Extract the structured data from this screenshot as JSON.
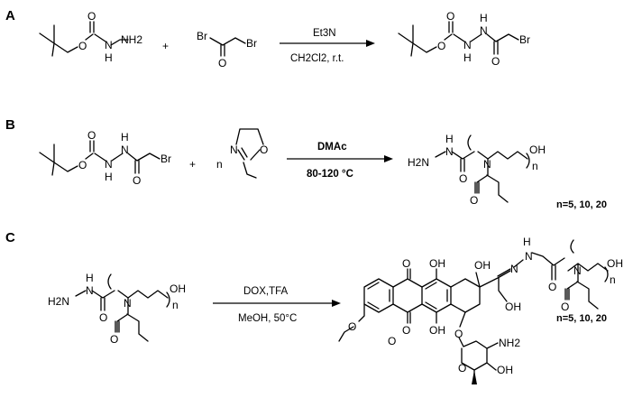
{
  "panels": [
    {
      "label": "A",
      "reactant1_atoms": [
        "O",
        "O",
        "N",
        "NH2",
        "H"
      ],
      "plus": "+",
      "reactant2_atoms": [
        "Br",
        "Br",
        "O"
      ],
      "reagent_above": "Et3N",
      "reagent_below": "CH2Cl2, r.t.",
      "product_atoms": [
        "O",
        "O",
        "N",
        "H",
        "N",
        "H",
        "O",
        "Br"
      ]
    },
    {
      "label": "B",
      "reactant1_atoms": [
        "O",
        "O",
        "N",
        "H",
        "N",
        "H",
        "O",
        "Br"
      ],
      "plus": "+",
      "coefficient": "n",
      "reactant2_atoms": [
        "N",
        "O"
      ],
      "reagent_above": "DMAc",
      "reagent_below": "80-120 °C",
      "product_atoms": [
        "H2N",
        "N",
        "H",
        "O",
        "N",
        "OH",
        "n",
        "O"
      ],
      "note": "n=5, 10, 20"
    },
    {
      "label": "C",
      "reactant_atoms": [
        "H2N",
        "N",
        "H",
        "O",
        "N",
        "OH",
        "n",
        "O"
      ],
      "reagent_above": "DOX,TFA",
      "reagent_below": "MeOH, 50°C",
      "product_atoms": [
        "O",
        "OH",
        "OH",
        "N",
        "N",
        "H",
        "O",
        "N",
        "OH",
        "n",
        "O",
        "O",
        "O",
        "OH",
        "O",
        "OH",
        "O",
        "NH2",
        "OH",
        "O"
      ],
      "note": "n=5, 10, 20"
    }
  ]
}
